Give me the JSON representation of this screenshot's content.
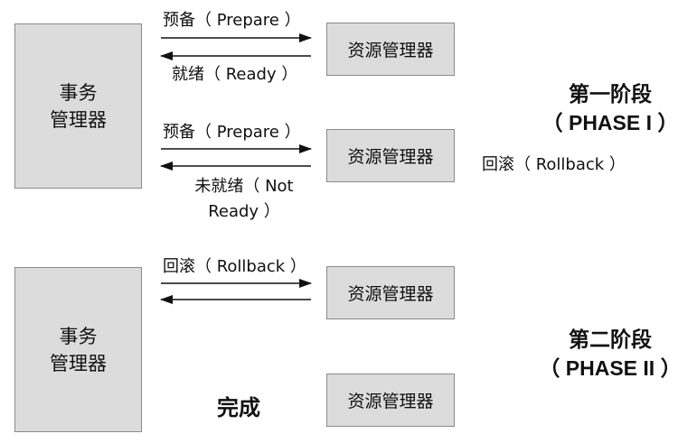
{
  "phase1": {
    "title": "第一阶段",
    "subtitle": "（ PHASE I ）",
    "transaction_manager": "事务\n管理器",
    "rm1": {
      "label": "资源管理器",
      "request": "预备（ Prepare ）",
      "response": "就绪（ Ready ）"
    },
    "rm2": {
      "label": "资源管理器",
      "request": "预备（ Prepare ）",
      "response_line1": "未就绪（ Not",
      "response_line2": "Ready ）"
    },
    "rollback_note": "回滚（ Rollback ）"
  },
  "phase2": {
    "title": "第二阶段",
    "subtitle": "（ PHASE II ）",
    "transaction_manager": "事务\n管理器",
    "rm1": {
      "label": "资源管理器",
      "request": "回滚（ Rollback ）"
    },
    "rm2": {
      "label": "资源管理器"
    },
    "done": "完成"
  }
}
